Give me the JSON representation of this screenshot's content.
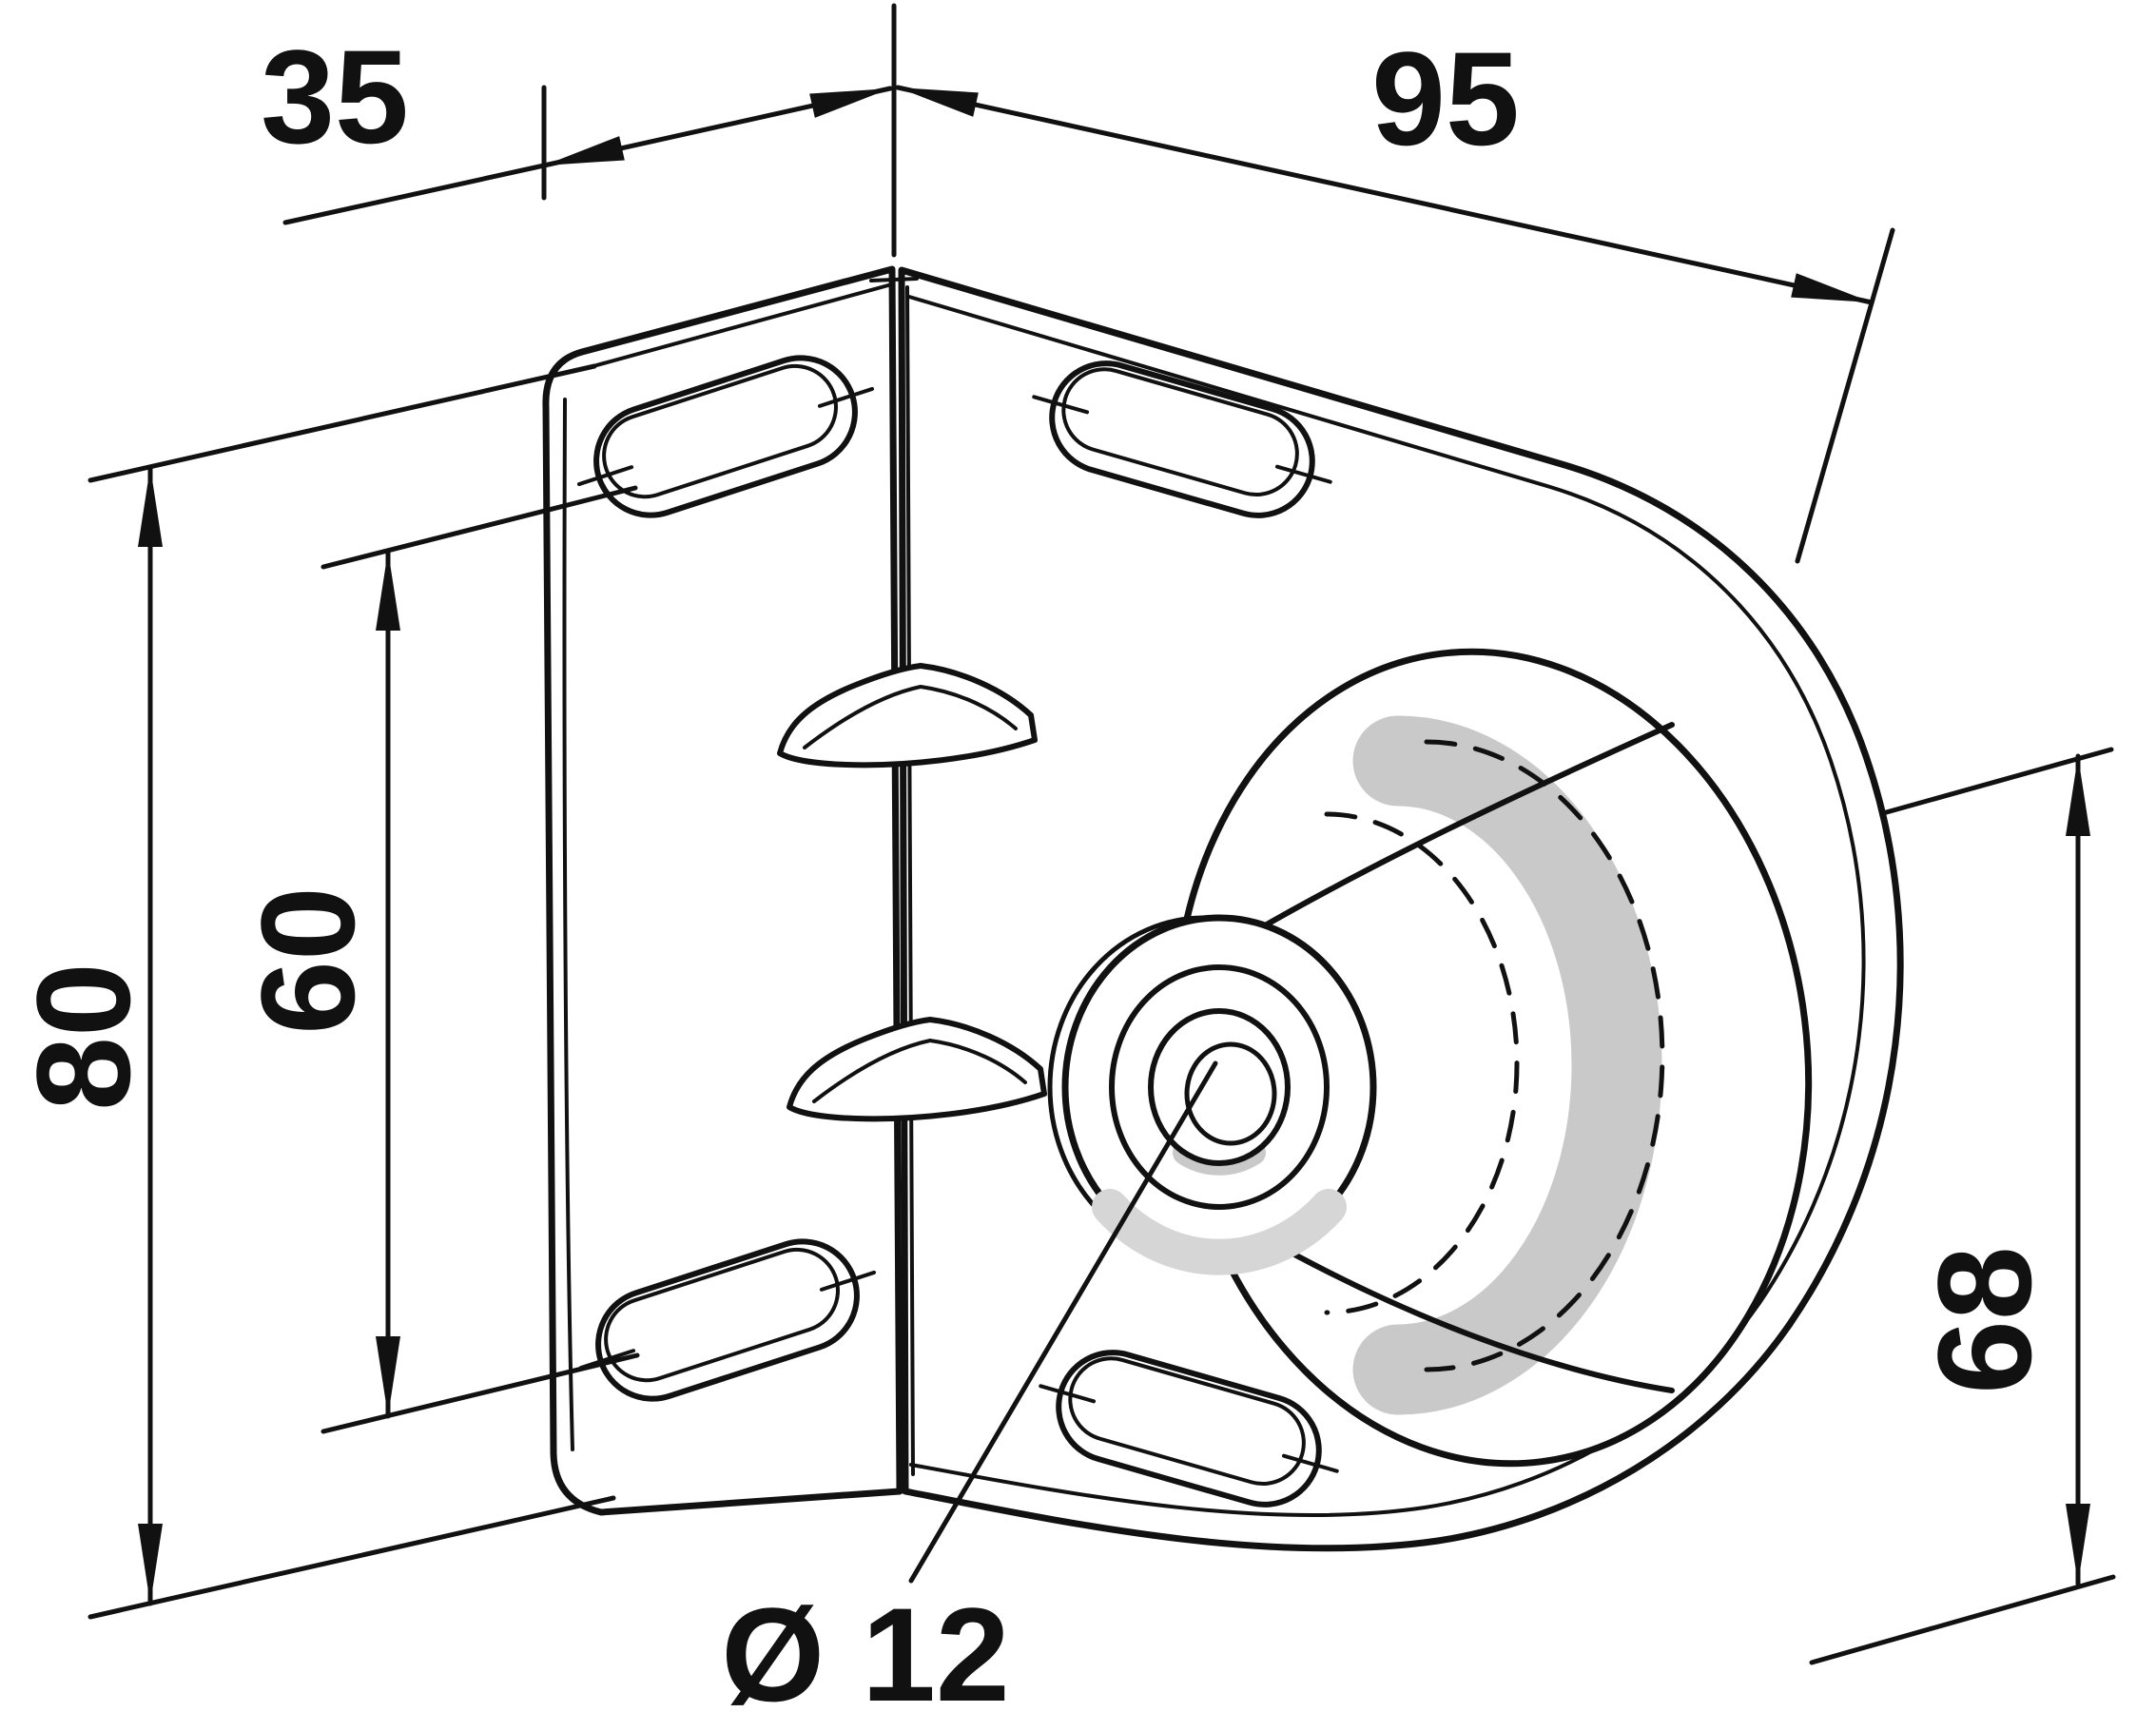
{
  "colors": {
    "line": "#111111",
    "paper": "#ffffff",
    "flange": "#e6e6e6",
    "shade": "#c9c9c9",
    "shade_light": "#d6d6d6"
  },
  "dimensions": {
    "flange_depth": "35",
    "plate_width": "95",
    "flange_height": "80",
    "slot_spacing": "60",
    "plate_height": "68",
    "bore": "Ø 12"
  }
}
